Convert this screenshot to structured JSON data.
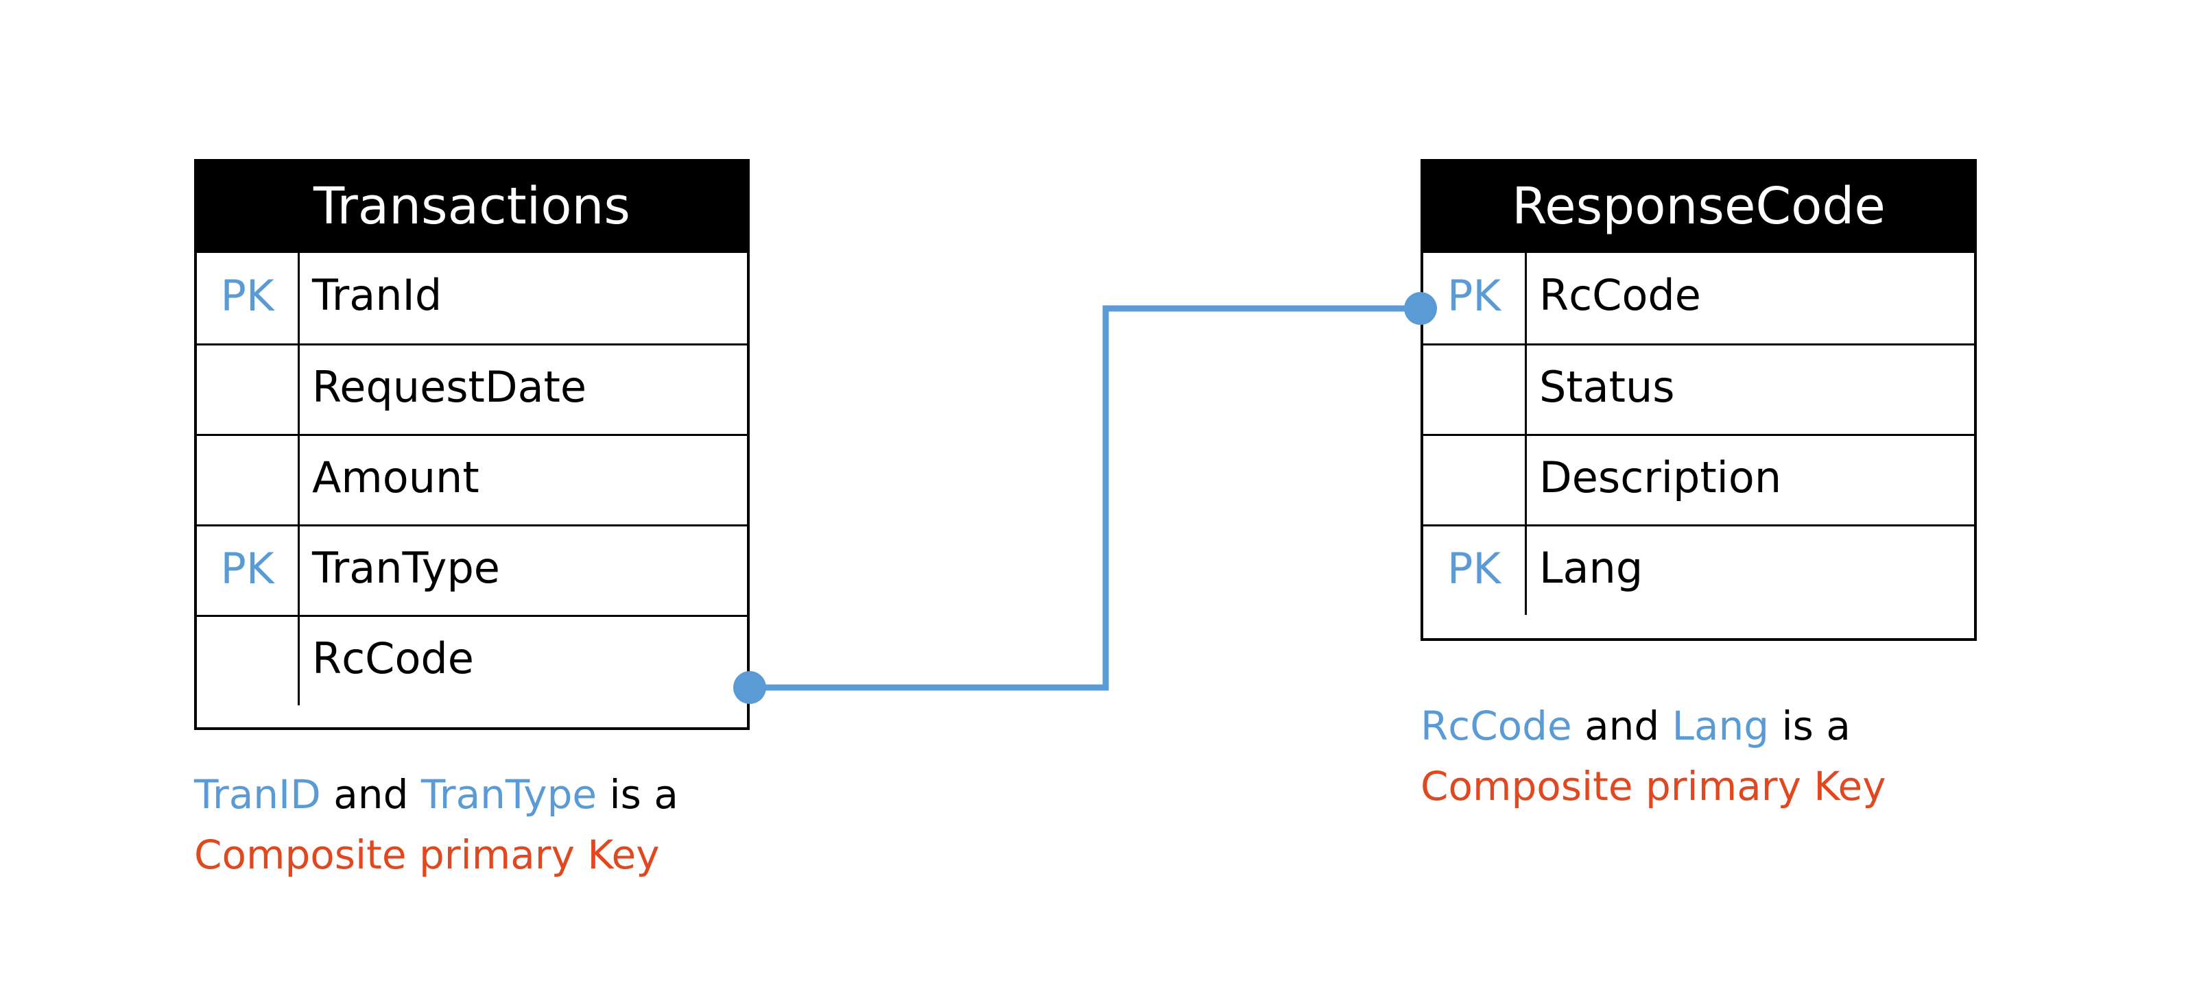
{
  "diagram": {
    "type": "entity-relationship-diagram",
    "background": "#ffffff",
    "colors": {
      "key_blue": "#5b9bd5",
      "note_red": "#e0481f",
      "header_black": "#000000",
      "border_black": "#000000",
      "connector_blue": "#5b9bd5"
    }
  },
  "entities": [
    {
      "id": "transactions",
      "title": "Transactions",
      "fields": [
        {
          "key": "PK",
          "name": "TranId"
        },
        {
          "key": "",
          "name": "RequestDate"
        },
        {
          "key": "",
          "name": "Amount"
        },
        {
          "key": "PK",
          "name": "TranType"
        },
        {
          "key": "",
          "name": "RcCode"
        }
      ]
    },
    {
      "id": "responsecode",
      "title": "ResponseCode",
      "fields": [
        {
          "key": "PK",
          "name": "RcCode"
        },
        {
          "key": "",
          "name": "Status"
        },
        {
          "key": "",
          "name": "Description"
        },
        {
          "key": "PK",
          "name": "Lang"
        }
      ]
    }
  ],
  "relationship": {
    "from_entity": "transactions",
    "from_field": "RcCode",
    "to_entity": "responsecode",
    "to_field": "RcCode",
    "style": "orthogonal-elbow",
    "endpoint_marker": "filled-circle"
  },
  "captions": {
    "left": {
      "line1": [
        {
          "text": "TranID",
          "style": "key"
        },
        {
          "text": " and ",
          "style": "plain"
        },
        {
          "text": "TranType",
          "style": "key"
        },
        {
          "text": " is a",
          "style": "plain"
        }
      ],
      "line2": [
        {
          "text": "Composite primary Key",
          "style": "note"
        }
      ],
      "line1_plain": "TranID and TranType is a",
      "line2_plain": "Composite primary Key"
    },
    "right": {
      "line1": [
        {
          "text": "RcCode",
          "style": "key"
        },
        {
          "text": " and ",
          "style": "plain"
        },
        {
          "text": "Lang",
          "style": "key"
        },
        {
          "text": " is a",
          "style": "plain"
        }
      ],
      "line2": [
        {
          "text": "Composite primary Key",
          "style": "note"
        }
      ],
      "line1_plain": "RcCode and Lang is a",
      "line2_plain": "Composite primary Key"
    }
  }
}
